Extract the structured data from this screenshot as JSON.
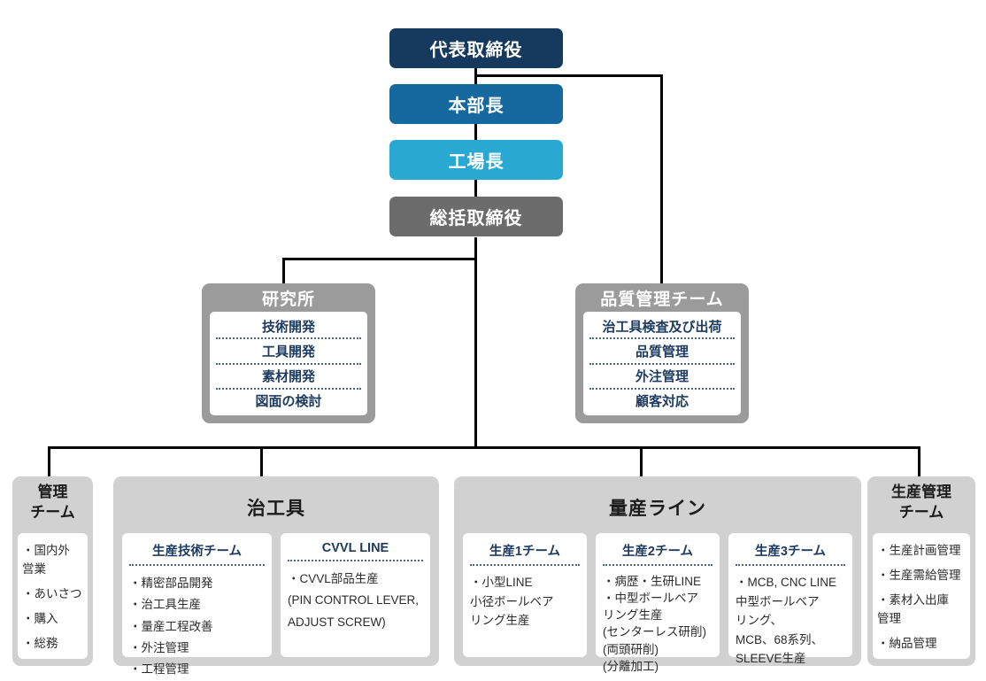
{
  "colors": {
    "ceo_box": "#16395e",
    "hq_box": "#15699e",
    "factory_box": "#29a8d2",
    "general_box": "#6c6c6c",
    "mid_header_gray": "#9b9b9b",
    "bottom_gray": "#d1d1d1",
    "item_navy": "#1d3a5f",
    "connector_black": "#000000"
  },
  "top_chain": [
    {
      "label": "代表取締役"
    },
    {
      "label": "本部長"
    },
    {
      "label": "工場長"
    },
    {
      "label": "総括取締役"
    }
  ],
  "mid": {
    "research": {
      "title": "研究所",
      "items": [
        "技術開発",
        "工具開発",
        "素材開発",
        "図面の検討"
      ]
    },
    "quality": {
      "title": "品質管理チーム",
      "items": [
        "治工具検査及び出荷",
        "品質管理",
        "外注管理",
        "顧客対応"
      ]
    }
  },
  "bottom": {
    "admin": {
      "title": "管理\nチーム",
      "items": [
        "・国内外\n営業",
        "・あいさつ",
        "・購入",
        "・総務"
      ]
    },
    "jigs": {
      "title": "治工具",
      "sub": [
        {
          "title": "生産技術チーム",
          "items": [
            "・精密部品開発",
            "・治工具生産",
            "・量産工程改善",
            "・外注管理",
            "・工程管理"
          ]
        },
        {
          "title": "CVVL LINE",
          "items": [
            "・CVVL部品生産\n (PIN CONTROL LEVER,\n ADJUST SCREW)"
          ]
        }
      ]
    },
    "mass_production": {
      "title": "量産ライン",
      "sub": [
        {
          "title": "生産1チーム",
          "items": [
            "・小型LINE\n小径ボールベア\nリング生産"
          ]
        },
        {
          "title": "生産2チーム",
          "items": [
            "・病歴・生研LINE",
            "・中型ボールベア\nリング生産\n(センターレス研削)\n(両頭研削)\n(分離加工)"
          ]
        },
        {
          "title": "生産3チーム",
          "items": [
            "・MCB, CNC LINE\n中型ボールベア\nリング、\nMCB、68系列、\nSLEEVE生産"
          ]
        }
      ]
    },
    "production_control": {
      "title": "生産管理\nチーム",
      "items": [
        "・生産計画管理",
        "・生産需給管理",
        "・素材入出庫\n管理",
        "・納品管理"
      ]
    }
  }
}
